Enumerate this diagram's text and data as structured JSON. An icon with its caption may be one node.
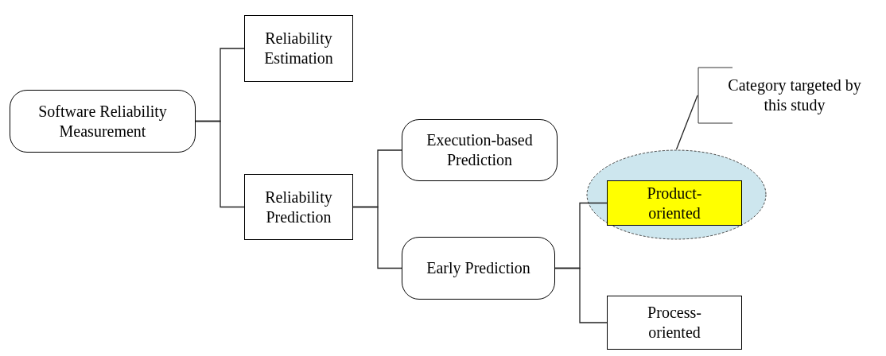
{
  "diagram": {
    "nodes": [
      {
        "text": [
          "Software Reliability Measurement"
        ]
      },
      {
        "text": [
          "Reliability Estimation"
        ]
      },
      {
        "text": [
          "Reliability Prediction"
        ]
      },
      {
        "text": [
          "Execution-based Prediction"
        ]
      },
      {
        "text": [
          "Early Prediction"
        ]
      },
      {
        "text": [],
        "shape": "ellipse"
      },
      {
        "text": [
          "Product-oriented"
        ],
        "in": 5
      },
      {
        "text": [
          "Process-oriented"
        ]
      },
      {
        "text": [
          "Category targeted by this study"
        ]
      }
    ],
    "edges": [
      {
        "from": 0,
        "to": 1,
        "arrow": "none"
      },
      {
        "from": 0,
        "to": 2,
        "arrow": "none"
      },
      {
        "from": 2,
        "to": 3,
        "arrow": "none"
      },
      {
        "from": 2,
        "to": 4,
        "arrow": "none"
      },
      {
        "from": 4,
        "to": 6,
        "arrow": "none"
      },
      {
        "from": 4,
        "to": 7,
        "arrow": "none"
      },
      {
        "from": 8,
        "to": 5,
        "arrow": "none"
      }
    ]
  }
}
